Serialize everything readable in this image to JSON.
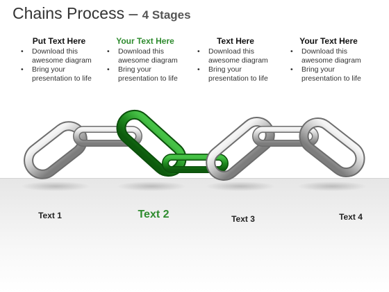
{
  "title": {
    "main": "Chains Process",
    "dash": " – ",
    "sub": "4 Stages"
  },
  "columns": [
    {
      "heading": "Put Text Here",
      "bullets": [
        "Download this awesome diagram",
        "Bring your presentation to life"
      ]
    },
    {
      "heading": "Your Text Here",
      "bullets": [
        "Download this awesome diagram",
        "Bring your presentation to life"
      ]
    },
    {
      "heading": "Text Here",
      "bullets": [
        "Download this awesome diagram",
        "Bring your presentation to life"
      ]
    },
    {
      "heading": "Your Text Here",
      "bullets": [
        "Download this awesome diagram",
        "Bring your presentation to life"
      ]
    }
  ],
  "labels": [
    "Text 1",
    "Text 2",
    "Text 3",
    "Text 4"
  ],
  "colors": {
    "accent": "#2e8b2e",
    "link_green": "#1f8a1f",
    "link_gray": "#b8b8b8"
  }
}
